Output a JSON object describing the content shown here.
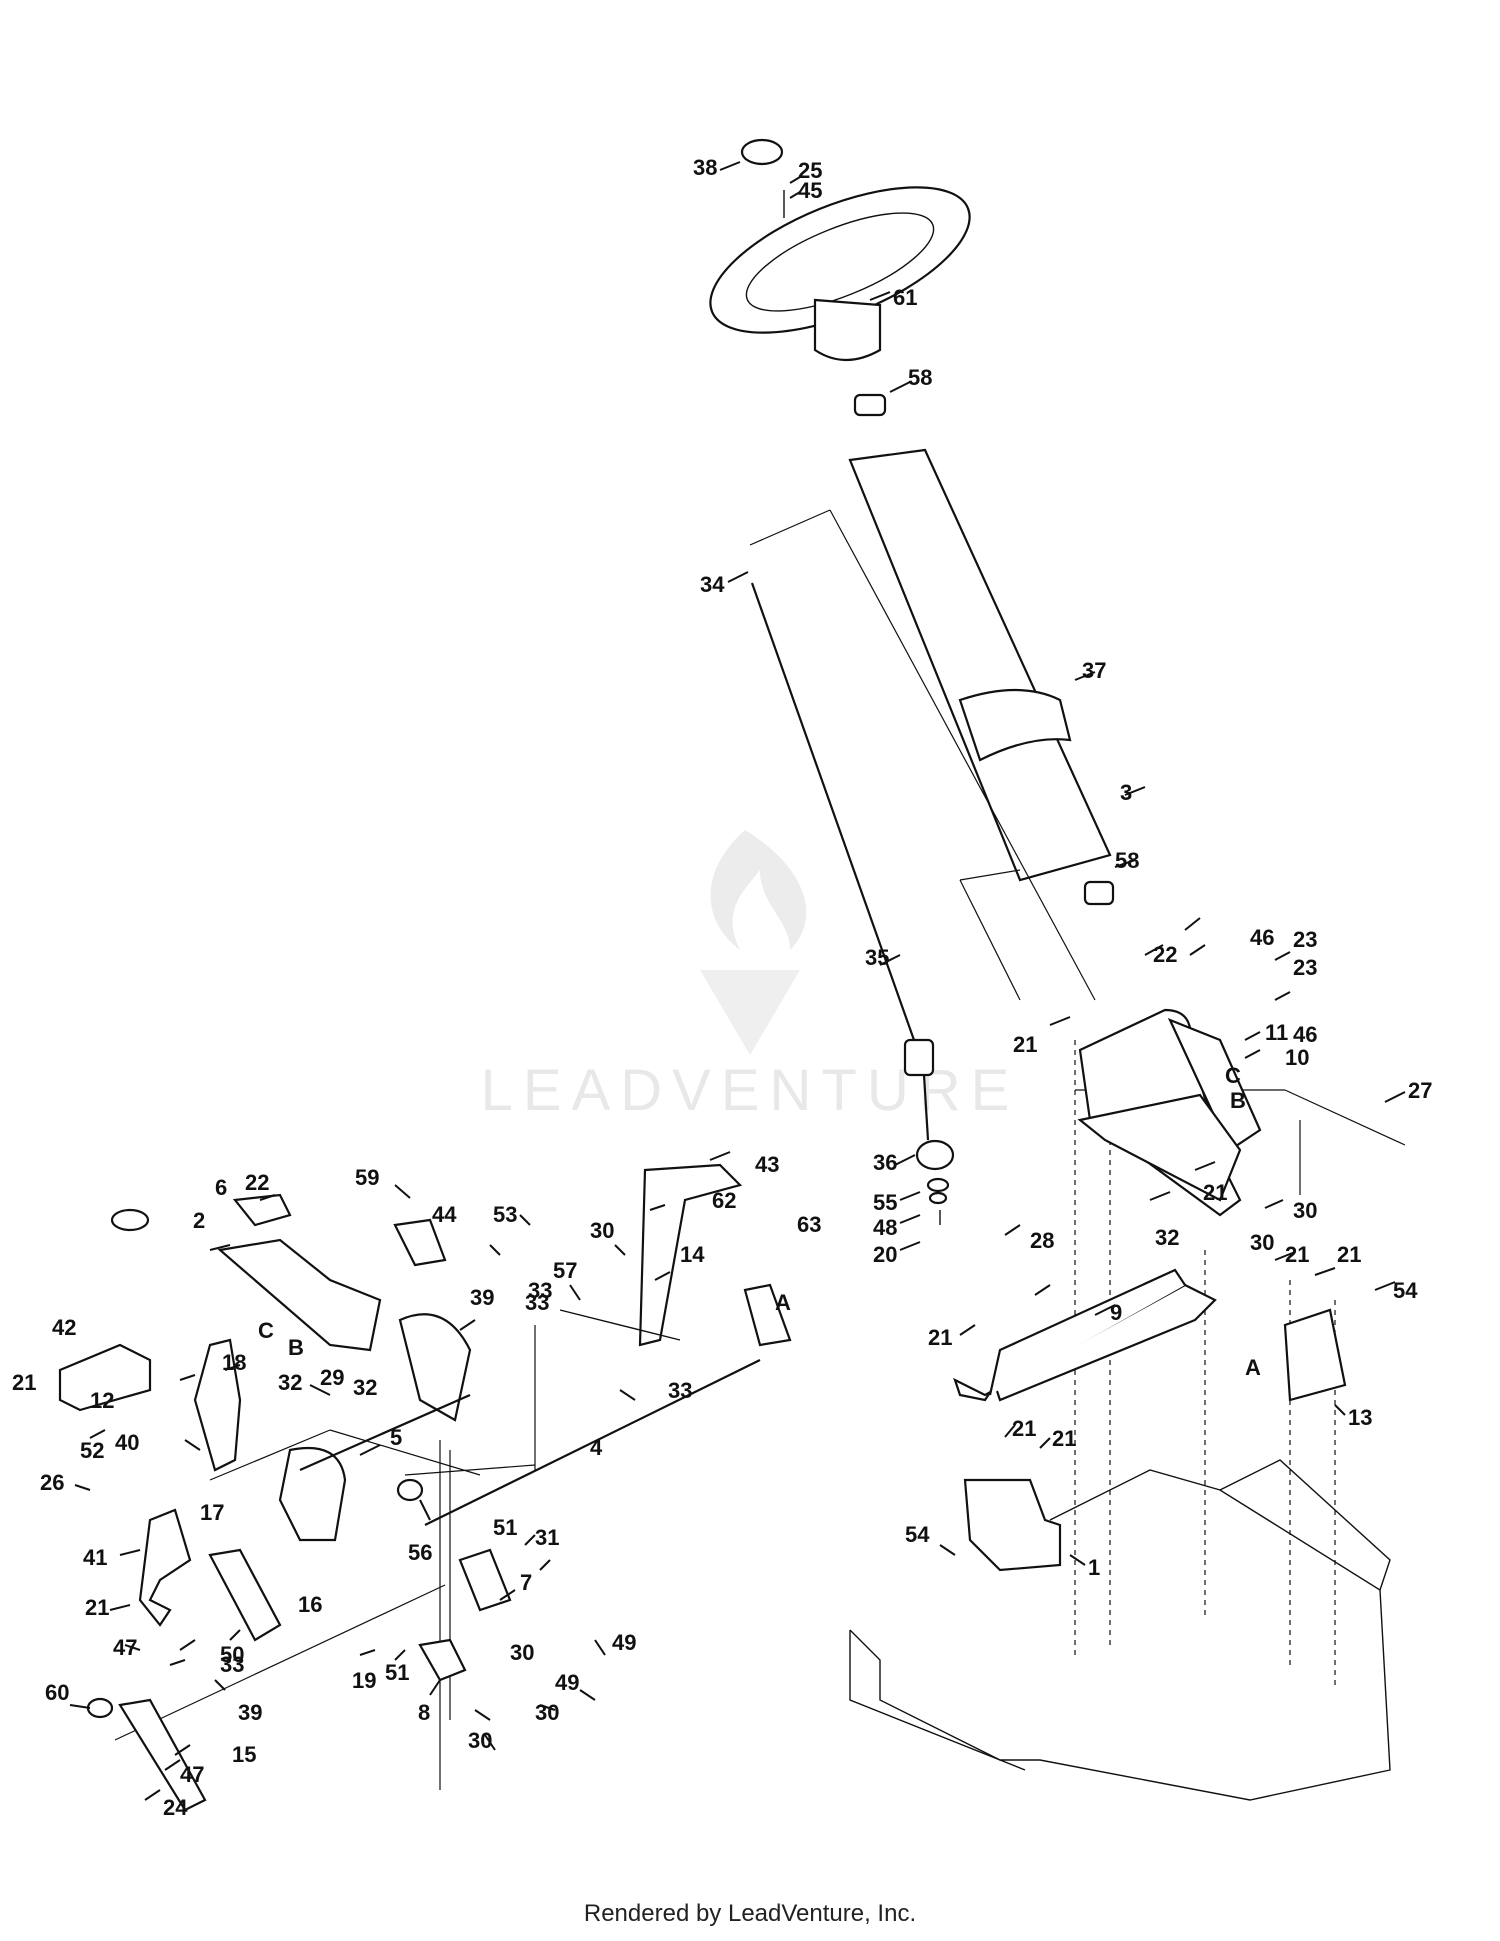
{
  "watermark": {
    "brand": "LEADVENTURE"
  },
  "footer": {
    "credit": "Rendered by LeadVenture, Inc."
  },
  "callouts": [
    "1",
    "2",
    "3",
    "4",
    "5",
    "6",
    "7",
    "8",
    "9",
    "10",
    "11",
    "12",
    "13",
    "14",
    "15",
    "16",
    "17",
    "18",
    "19",
    "20",
    "21",
    "21",
    "21",
    "21",
    "21",
    "21",
    "21",
    "21",
    "21",
    "22",
    "22",
    "23",
    "23",
    "24",
    "25",
    "26",
    "27",
    "28",
    "29",
    "30",
    "30",
    "30",
    "30",
    "30",
    "30",
    "31",
    "32",
    "32",
    "32",
    "33",
    "33",
    "33",
    "33",
    "34",
    "35",
    "36",
    "37",
    "38",
    "39",
    "39",
    "40",
    "41",
    "42",
    "43",
    "44",
    "45",
    "46",
    "46",
    "47",
    "47",
    "48",
    "49",
    "49",
    "50",
    "51",
    "51",
    "52",
    "53",
    "54",
    "54",
    "55",
    "56",
    "57",
    "58",
    "58",
    "59",
    "60",
    "61",
    "62",
    "63"
  ],
  "reference_letters": [
    "A",
    "B",
    "C",
    "A",
    "B",
    "C"
  ]
}
